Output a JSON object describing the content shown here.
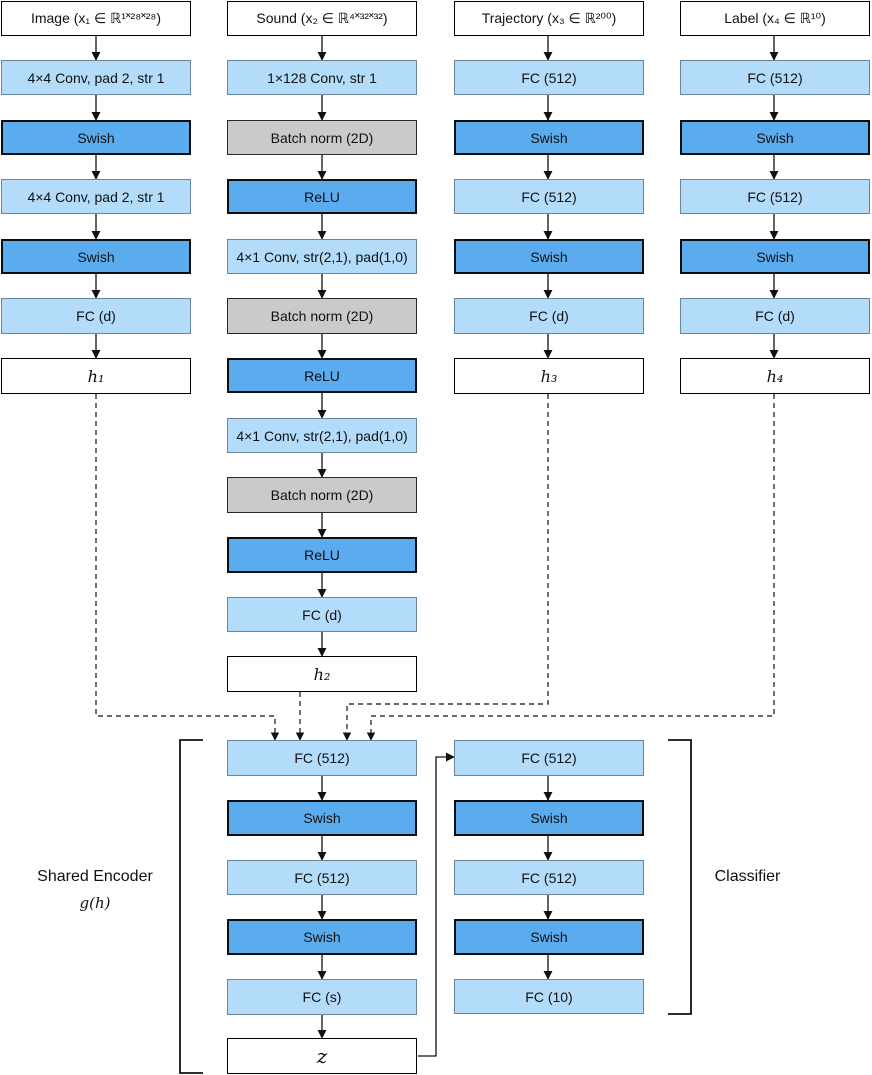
{
  "image": {
    "header": "Image (x₁ ∈ ℝ¹˟²⁸˟²⁸)",
    "layers": [
      "4×4 Conv, pad 2, str 1",
      "Swish",
      "4×4 Conv, pad 2, str 1",
      "Swish",
      "FC (d)"
    ],
    "output": "h₁"
  },
  "sound": {
    "header": "Sound (x₂ ∈ ℝ⁴˟³²˟³²)",
    "layers": [
      "1×128 Conv, str 1",
      "Batch norm (2D)",
      "ReLU",
      "4×1 Conv, str(2,1), pad(1,0)",
      "Batch norm (2D)",
      "ReLU",
      "4×1 Conv, str(2,1), pad(1,0)",
      "Batch norm (2D)",
      "ReLU",
      "FC (d)"
    ],
    "output": "h₂"
  },
  "trajectory": {
    "header": "Trajectory (x₃ ∈ ℝ²⁰⁰)",
    "layers": [
      "FC (512)",
      "Swish",
      "FC (512)",
      "Swish",
      "FC (d)"
    ],
    "output": "h₃"
  },
  "label": {
    "header": "Label (x₄ ∈ ℝ¹⁰)",
    "layers": [
      "FC (512)",
      "Swish",
      "FC (512)",
      "Swish",
      "FC (d)"
    ],
    "output": "h₄"
  },
  "shared_encoder": {
    "title": "Shared Encoder",
    "formula": "g(h)",
    "layers": [
      "FC (512)",
      "Swish",
      "FC (512)",
      "Swish",
      "FC (s)"
    ],
    "output": "z"
  },
  "classifier": {
    "title": "Classifier",
    "layers": [
      "FC (512)",
      "Swish",
      "FC (512)",
      "Swish",
      "FC (10)"
    ]
  },
  "colors": {
    "light_blue": "#b3dbfa",
    "dark_blue": "#5aacee",
    "gray": "#cacaca",
    "line": "#111111"
  }
}
